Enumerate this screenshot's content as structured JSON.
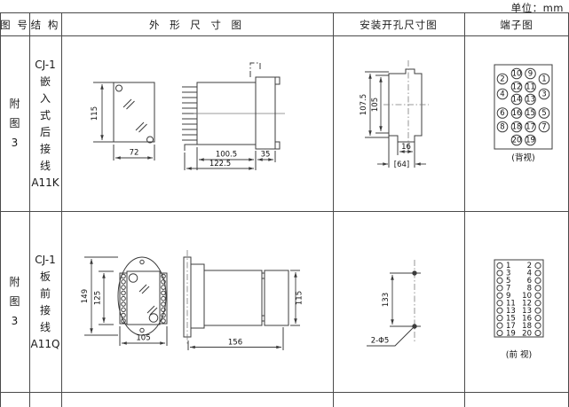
{
  "unit_label": "单位：mm",
  "headers": {
    "figure_no": "图 号",
    "structure": "结 构",
    "outline": "外  形  尺  寸  图",
    "mounting": "安装开孔尺寸图",
    "terminal": "端子图"
  },
  "row1": {
    "figure_no": [
      "附",
      "图",
      "3"
    ],
    "structure": [
      "CJ-1",
      "嵌",
      "入",
      "式",
      "后",
      "接",
      "线",
      "A11K"
    ],
    "outline": {
      "front_height": "115",
      "front_width": "72",
      "body_depth": "100.5",
      "total_depth": "122.5",
      "flange_depth": "35"
    },
    "mounting": {
      "outer_height": "107.5",
      "inner_height": "105",
      "tab_width": "16",
      "cutout_width": "[64]"
    },
    "terminal": {
      "grid": [
        [
          "",
          "10",
          "9",
          ""
        ],
        [
          "2",
          "",
          "",
          "1"
        ],
        [
          "",
          "12",
          "11",
          ""
        ],
        [
          "4",
          "",
          "",
          "3"
        ],
        [
          "",
          "14",
          "13",
          ""
        ],
        [
          "6",
          "16",
          "15",
          "5"
        ],
        [
          "8",
          "18",
          "17",
          "7"
        ],
        [
          "",
          "20",
          "19",
          ""
        ]
      ],
      "caption": "(背视)"
    }
  },
  "row2": {
    "figure_no": [
      "附",
      "图",
      "3"
    ],
    "structure": [
      "CJ-1",
      "板",
      "前",
      "接",
      "线",
      "A11Q"
    ],
    "outline": {
      "front_outer_height": "149",
      "front_inner_height": "125",
      "front_width": "105",
      "side_length": "156",
      "side_height": "115"
    },
    "mounting": {
      "hole_distance": "133",
      "hole_label": "2-Φ5"
    },
    "terminal": {
      "pairs": [
        [
          "1",
          "2"
        ],
        [
          "3",
          "4"
        ],
        [
          "5",
          "6"
        ],
        [
          "7",
          "8"
        ],
        [
          "9",
          "10"
        ],
        [
          "11",
          "12"
        ],
        [
          "13",
          "13"
        ],
        [
          "15",
          "16"
        ],
        [
          "17",
          "18"
        ],
        [
          "19",
          "20"
        ]
      ],
      "caption": "(前 视)"
    }
  }
}
